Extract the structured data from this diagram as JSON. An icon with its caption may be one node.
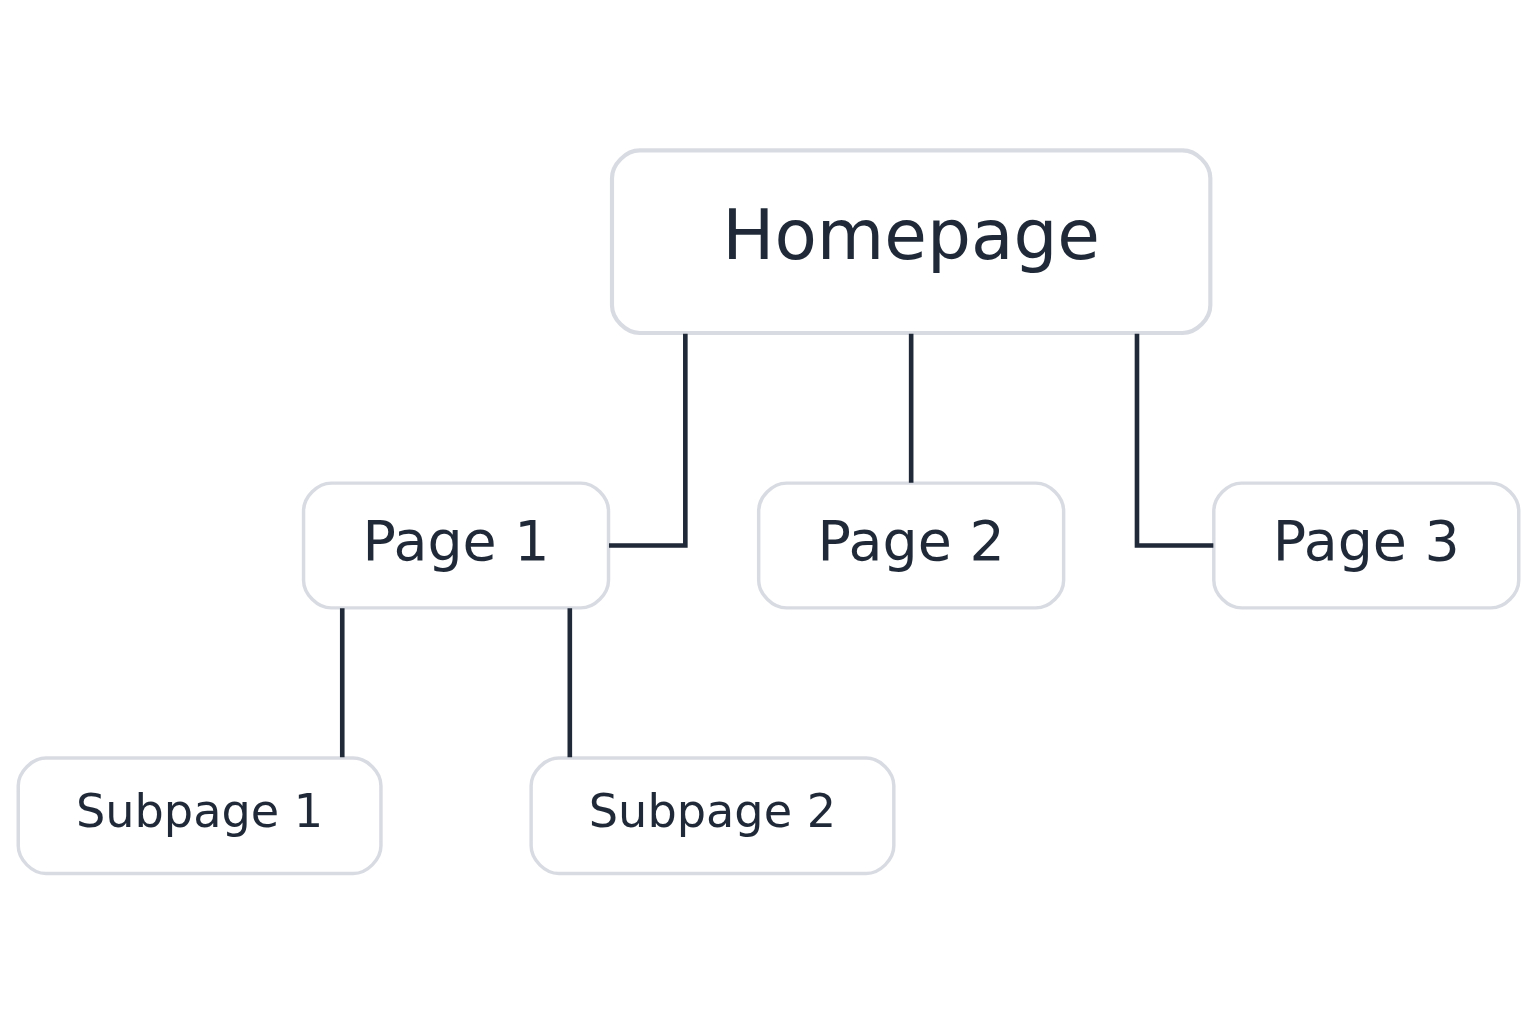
{
  "diagram": {
    "nodes": [
      {
        "text": [
          "Homepage"
        ]
      },
      {
        "text": [
          "Page 1"
        ]
      },
      {
        "text": [
          "Page 2"
        ]
      },
      {
        "text": [
          "Page 3"
        ]
      },
      {
        "text": [
          "Subpage 1"
        ]
      },
      {
        "text": [
          "Subpage 2"
        ]
      }
    ],
    "edges": [
      {
        "from": 0,
        "to": 1,
        "arrow": "none"
      },
      {
        "from": 0,
        "to": 2,
        "arrow": "none"
      },
      {
        "from": 0,
        "to": 3,
        "arrow": "none"
      },
      {
        "from": 1,
        "to": 4,
        "arrow": "none"
      },
      {
        "from": 1,
        "to": 5,
        "arrow": "none"
      }
    ]
  }
}
